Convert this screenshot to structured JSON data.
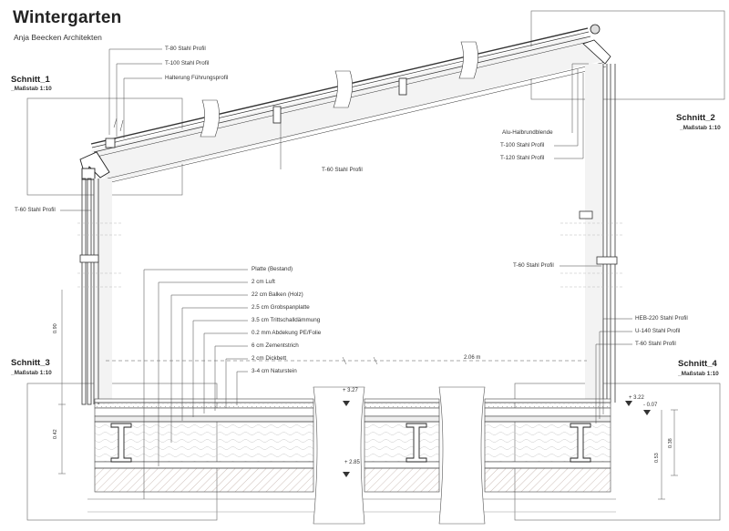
{
  "title": "Wintergarten",
  "subtitle": "Anja Beecken Architekten",
  "sections": [
    {
      "name": "Schnitt_1",
      "scale": "_Maßstab 1:10"
    },
    {
      "name": "Schnitt_2",
      "scale": "_Maßstab 1:10"
    },
    {
      "name": "Schnitt_3",
      "scale": "_Maßstab 1:10"
    },
    {
      "name": "Schnitt_4",
      "scale": "_Maßstab 1:10"
    }
  ],
  "roof_labels": [
    "T-80 Stahl Profil",
    "T-100 Stahl Profil",
    "Halterung Führungsprofil"
  ],
  "ridge_labels": [
    "Alu-Halbrundblende",
    "T-100 Stahl Profil",
    "T-120 Stahl Profil"
  ],
  "mid_roof_label": "T-60 Stahl Profil",
  "left_wall_label": "T-60 Stahl Profil",
  "right_wall_label": "T-60 Stahl Profil",
  "floor_layers": [
    "Platte (Bestand)",
    "2 cm Luft",
    "22 cm Balken (Holz)",
    "2.5 cm Grobspanplatte",
    "3.5 cm Trittschalldämmung",
    "0.2 mm Abdekung PE/Folie",
    "6 cm Zementstrich",
    "2 cm Dickbett",
    "3-4 cm Naturstein"
  ],
  "right_profile_labels": [
    "HEB-220 Stahl Profil",
    "U-140 Stahl Profil",
    "T-60 Stahl Profil"
  ],
  "dimensions": {
    "span": "2.06 m",
    "left_height": "0.90",
    "left_floor": "0.42",
    "right_a": "0.38",
    "right_b": "0.53",
    "level_1": "+ 3.27",
    "level_2": "+ 2.85",
    "level_3": "+ 3.22",
    "level_4": "- 0.07"
  }
}
